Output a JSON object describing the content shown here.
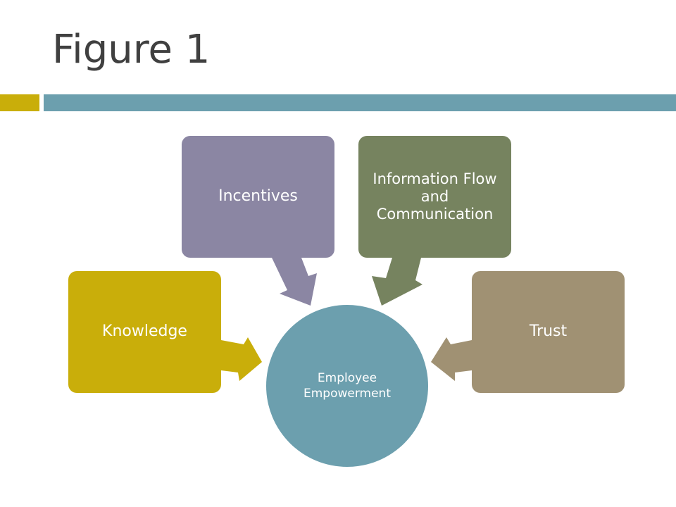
{
  "slide": {
    "title": "Figure 1"
  },
  "colors": {
    "accent_bar": "#c9ae0a",
    "main_bar": "#6c9fae",
    "knowledge": "#c9ae0a",
    "incentives": "#8b86a3",
    "information": "#76835f",
    "trust": "#a09173",
    "hub": "#6c9fae"
  },
  "diagram": {
    "hub": {
      "label": "Employee Empowerment"
    },
    "nodes": [
      {
        "id": "knowledge",
        "label": "Knowledge"
      },
      {
        "id": "incentives",
        "label": "Incentives"
      },
      {
        "id": "information",
        "label": "Information Flow and Communication"
      },
      {
        "id": "trust",
        "label": "Trust"
      }
    ]
  }
}
